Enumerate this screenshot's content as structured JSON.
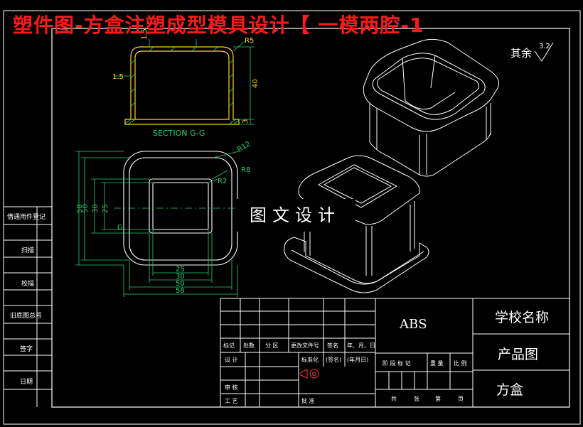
{
  "title": "塑件图-方盒注塑成型模具设计【 一模两腔-1",
  "watermark": "图文设计",
  "roughness": {
    "prefix": "其余",
    "value": "3.2"
  },
  "section_label": "SECTION G-G",
  "section_marker": "G",
  "section_dims": {
    "top": "1.5",
    "left": "1.5",
    "radius": "R5",
    "height": "40",
    "bottom": "3"
  },
  "plan_dims": {
    "r_outer": "R12",
    "r_mid": "R8",
    "r_inner": "R2",
    "v58": "58",
    "v50": "50",
    "v30": "30",
    "v25": "25",
    "h25": "25",
    "h30": "30",
    "h50": "50",
    "h58": "58"
  },
  "side_labels": [
    "借通用件登记",
    "扫描",
    "校描",
    "旧底图总号",
    "签字",
    "日期"
  ],
  "title_block": {
    "material": "ABS",
    "school": "学校名称",
    "drawing_type": "产品图",
    "part_name": "方盒",
    "row_headers": [
      "标记",
      "处数",
      "分 区",
      "更改文件号",
      "签名",
      "年、月、日"
    ],
    "design_row": [
      "设 计",
      "标准化",
      "(签名)",
      "(年月日)"
    ],
    "stage_headers": [
      "阶 段 标 记",
      "重 量",
      "比 例"
    ],
    "review": "审 核",
    "process": "工 艺",
    "approve": "批 准",
    "sheet": [
      "共",
      "张",
      "第",
      "页"
    ]
  }
}
